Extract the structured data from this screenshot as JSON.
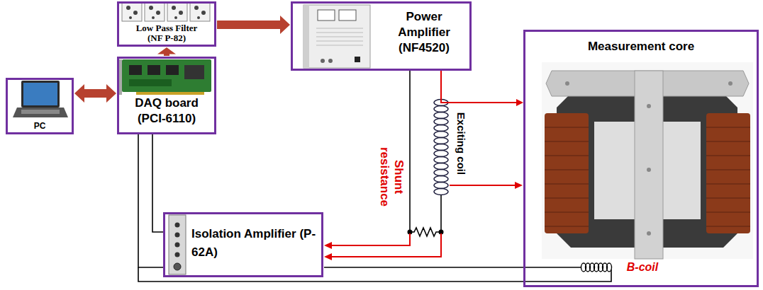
{
  "diagram": {
    "nodes": [
      {
        "text": [
          "Low Pass Filter (NF P-82)"
        ]
      },
      {
        "text": [
          "Power Amplifier (NF4520)"
        ]
      },
      {
        "text": [
          "Measurement core"
        ]
      },
      {
        "text": [
          "PC"
        ]
      },
      {
        "text": [
          "DAQ board (PCI-6110)"
        ]
      },
      {
        "text": [
          "Isolation Amplifier (P-62A)"
        ]
      }
    ],
    "edges": [
      {
        "from": 3,
        "to": 4,
        "arrow": "both"
      },
      {
        "from": 4,
        "to": 0,
        "arrow": "to"
      },
      {
        "from": 0,
        "to": 1,
        "arrow": "to"
      },
      {
        "from": 1,
        "to": 2,
        "arrow": "to"
      },
      {
        "from": 4,
        "to": 5,
        "arrow": "none"
      },
      {
        "from": 4,
        "to": 5,
        "arrow": "none"
      }
    ],
    "labels": [
      "Exciting coil",
      "Shunt resistance",
      "B-coil"
    ]
  }
}
